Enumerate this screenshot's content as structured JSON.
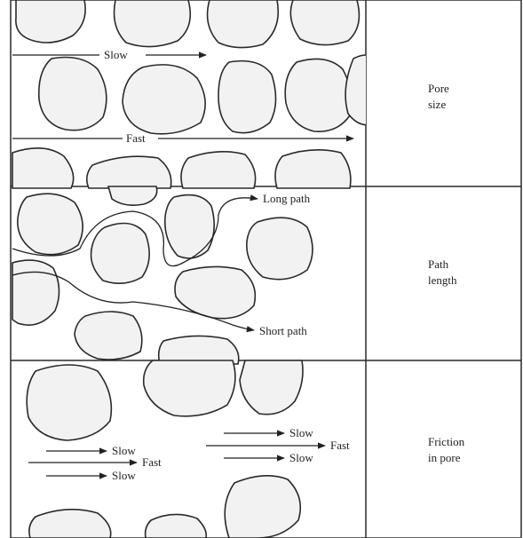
{
  "panels": [
    {
      "id": "pore-size",
      "side_label": [
        "Pore",
        "size"
      ],
      "flow_labels": {
        "slow": "Slow",
        "fast": "Fast"
      }
    },
    {
      "id": "path-length",
      "side_label": [
        "Path",
        "length"
      ],
      "flow_labels": {
        "long": "Long path",
        "short": "Short path"
      }
    },
    {
      "id": "friction-in-pore",
      "side_label": [
        "Friction",
        "in pore"
      ],
      "flow_labels": {
        "left_slow_top": "Slow",
        "left_fast": "Fast",
        "left_slow_bottom": "Slow",
        "right_slow_top": "Slow",
        "right_fast": "Fast",
        "right_slow_bottom": "Slow"
      }
    }
  ],
  "colors": {
    "line": "#2a2a2a",
    "grain_fill": "#f2f2f2",
    "speckle": "#555555"
  }
}
